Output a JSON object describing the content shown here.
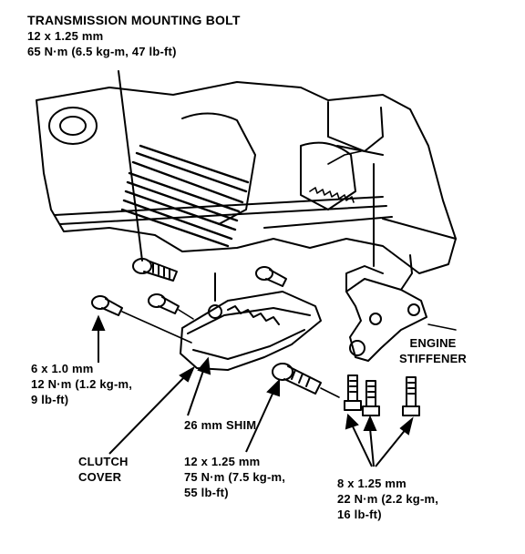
{
  "labels": {
    "transmission_bolt": {
      "title": "TRANSMISSION MOUNTING BOLT",
      "size": "12 x 1.25 mm",
      "torque": "65 N·m (6.5 kg-m, 47 lb-ft)"
    },
    "small_bolt": {
      "size": "6 x 1.0 mm",
      "torque_1": "12 N·m (1.2 kg-m,",
      "torque_2": "9 lb-ft)"
    },
    "shim": "26 mm SHIM",
    "clutch_cover": {
      "line1": "CLUTCH",
      "line2": "COVER"
    },
    "mid_bolt": {
      "size": "12 x 1.25 mm",
      "torque_1": "75 N·m (7.5 kg-m,",
      "torque_2": "55 lb-ft)"
    },
    "engine_stiffener": {
      "line1": "ENGINE",
      "line2": "STIFFENER"
    },
    "stiffener_bolts": {
      "size": "8 x 1.25 mm",
      "torque_1": "22 N·m (2.2 kg-m,",
      "torque_2": "16 lb-ft)"
    }
  },
  "colors": {
    "ink": "#000000",
    "paper": "#ffffff"
  }
}
